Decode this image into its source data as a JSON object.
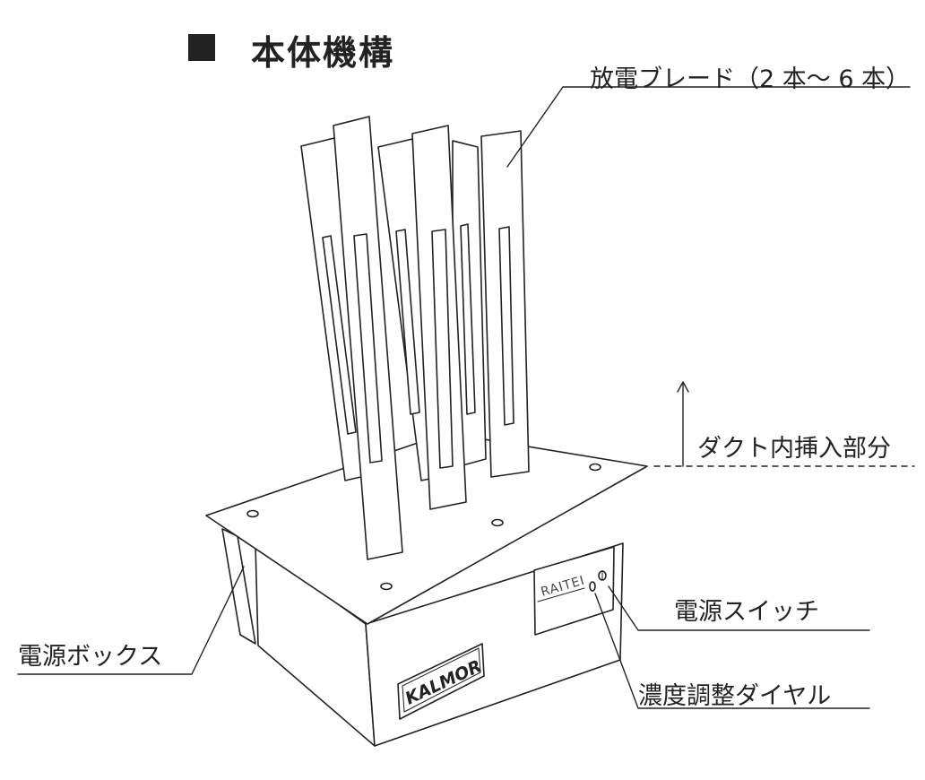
{
  "title": "本体機構",
  "labels": {
    "blades": "放電ブレード（2 本〜 6 本）",
    "duct": "ダクト内挿入部分",
    "power_switch": "電源スイッチ",
    "power_box": "電源ボックス",
    "dial": "濃度調整ダイヤル"
  },
  "device": {
    "brand_logo": "KALMOR",
    "panel_text": "RAITEI"
  },
  "colors": {
    "line": "#222222",
    "background": "#ffffff"
  }
}
